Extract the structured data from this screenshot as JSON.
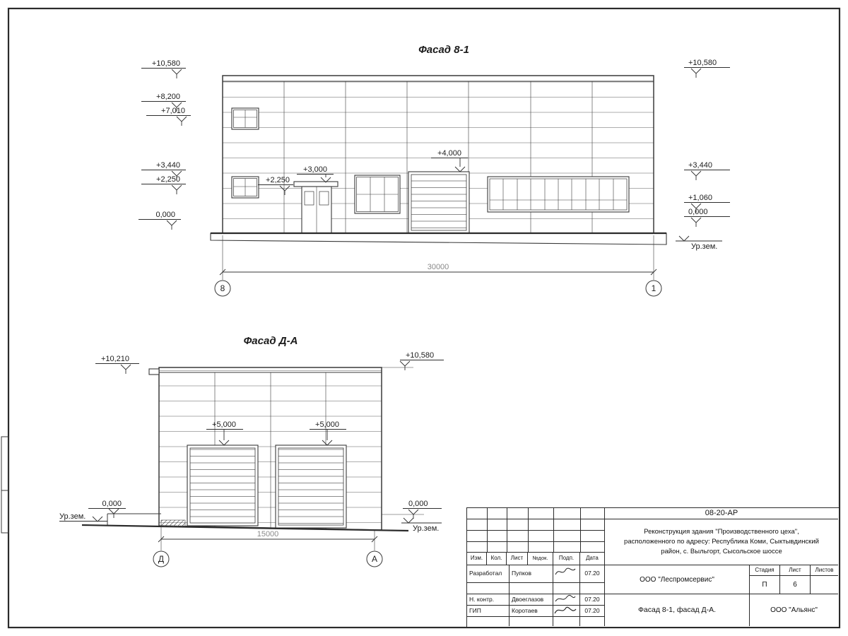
{
  "facade1": {
    "title": "Фасад 8-1",
    "left_marks": [
      "+10,580",
      "+8,200",
      "+7,010",
      "+3,440",
      "+2,250",
      "0,000"
    ],
    "right_marks": [
      "+10,580",
      "+3,440",
      "+1,060",
      "0,000"
    ],
    "ground_right": "Ур.зем.",
    "door_canopy_mark": "+3,000",
    "door_side_mark": "+2,250",
    "gate_mark": "+4,000",
    "dimension": "30000",
    "axis_left": "8",
    "axis_right": "1"
  },
  "facade2": {
    "title": "Фасад Д-А",
    "mark_top_left": "+10,210",
    "mark_top_right": "+10,580",
    "gate1_mark": "+5,000",
    "gate2_mark": "+5,000",
    "zero_left": "0,000",
    "zero_right": "0,000",
    "ground_left": "Ур.зем.",
    "ground_right": "Ур.зем.",
    "dimension": "15000",
    "axis_left": "Д",
    "axis_right": "А"
  },
  "title_block": {
    "doc_number": "08-20-АР",
    "project_lines": [
      "Реконструкция здания \"Производственного цеха\",",
      "расположенного по адресу: Республика Коми, Сыктывдинский",
      "район, с. Выльгорт, Сысольское шоссе"
    ],
    "grid_headers": [
      "Изм.",
      "Кол.",
      "Лист",
      "№док.",
      "Подп.",
      "Дата"
    ],
    "signers": [
      {
        "role": "Разработал",
        "name": "Пупков",
        "date": "07.20"
      },
      {
        "role": "Н. контр.",
        "name": "Двоеглазов",
        "date": "07.20"
      },
      {
        "role": "ГИП",
        "name": "Коротаев",
        "date": "07.20"
      }
    ],
    "org": "ООО \"Леспромсервис\"",
    "stage_header": "Стадия",
    "sheet_header": "Лист",
    "sheets_header": "Листов",
    "stage": "П",
    "sheet_number": "6",
    "drawing_title": "Фасад 8-1, фасад Д-А.",
    "client_org": "ООО \"Альянс\""
  }
}
